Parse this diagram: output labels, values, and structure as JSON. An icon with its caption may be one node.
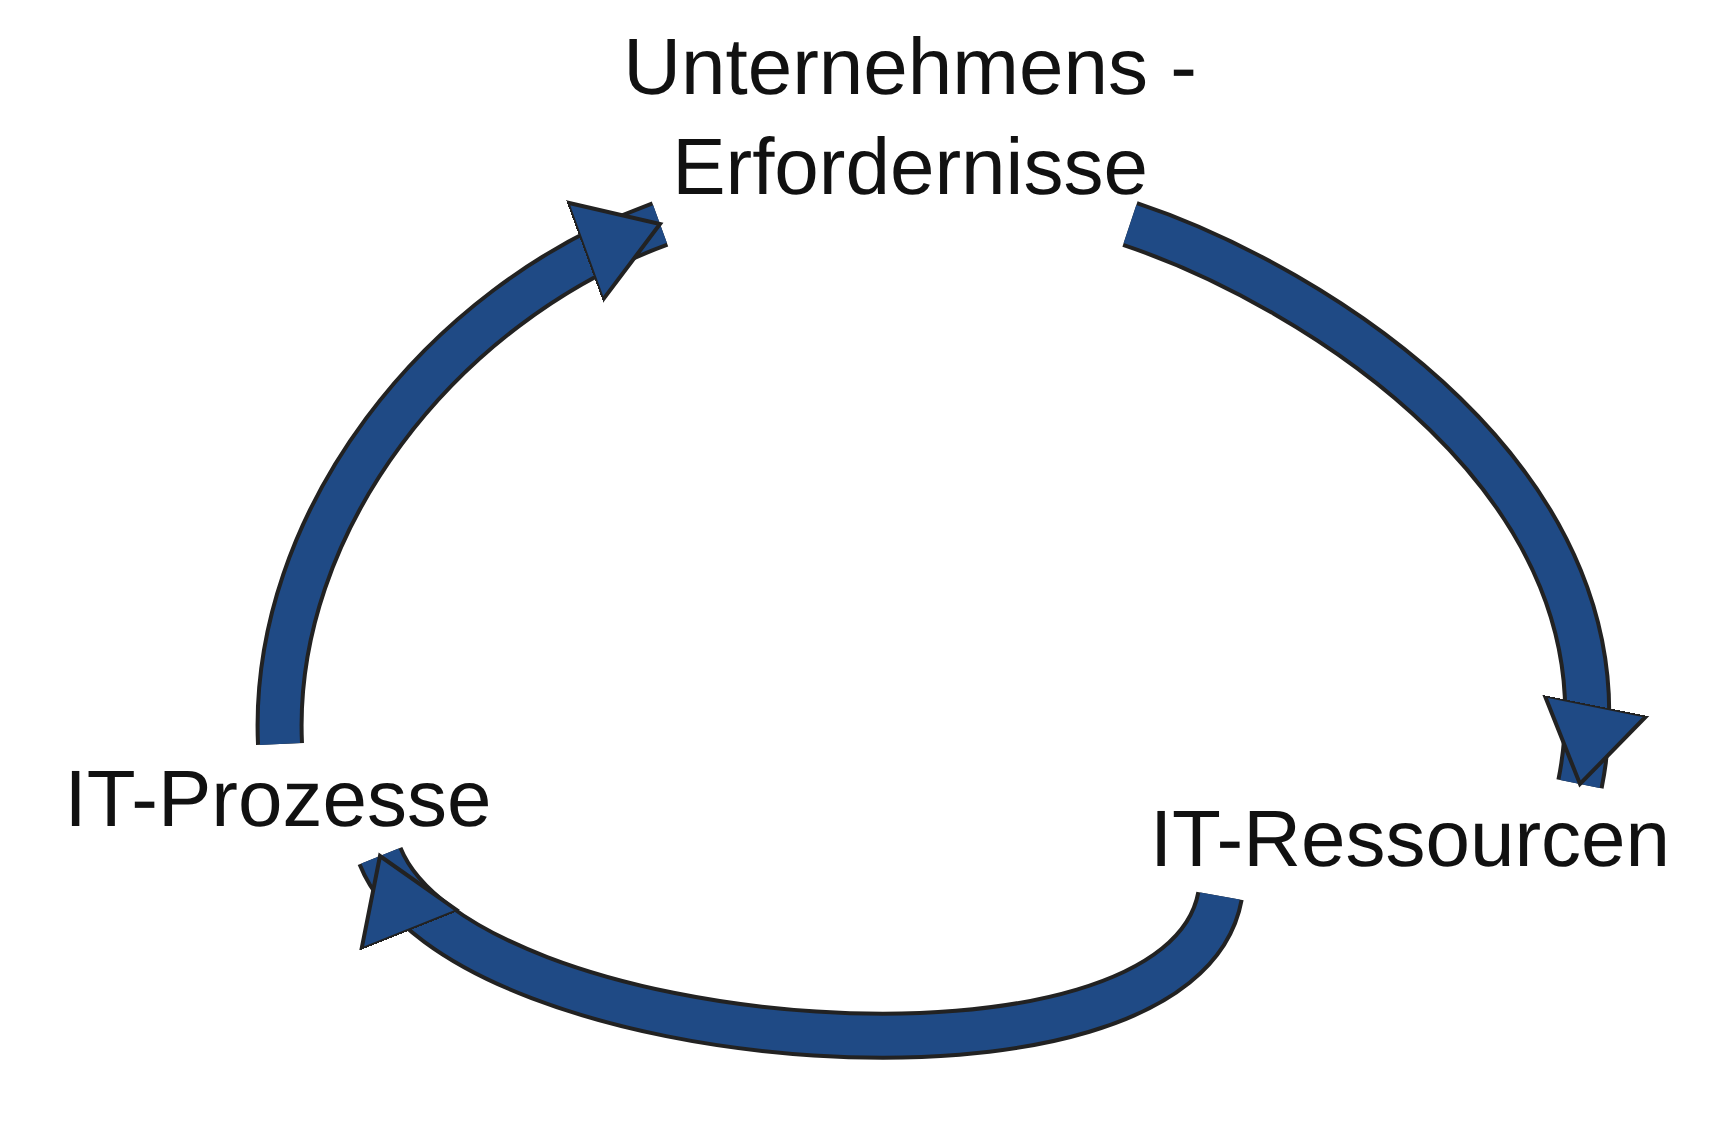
{
  "diagram": {
    "nodes": [
      {
        "text": [
          "Unternehmens - Erfordernisse"
        ]
      },
      {
        "text": [
          "IT-Ressourcen"
        ]
      },
      {
        "text": [
          "IT-Prozesse"
        ]
      }
    ],
    "edges": [
      {
        "from": 0,
        "to": 1,
        "arrow": "to"
      },
      {
        "from": 1,
        "to": 2,
        "arrow": "to"
      },
      {
        "from": 2,
        "to": 0,
        "arrow": "to"
      }
    ]
  }
}
